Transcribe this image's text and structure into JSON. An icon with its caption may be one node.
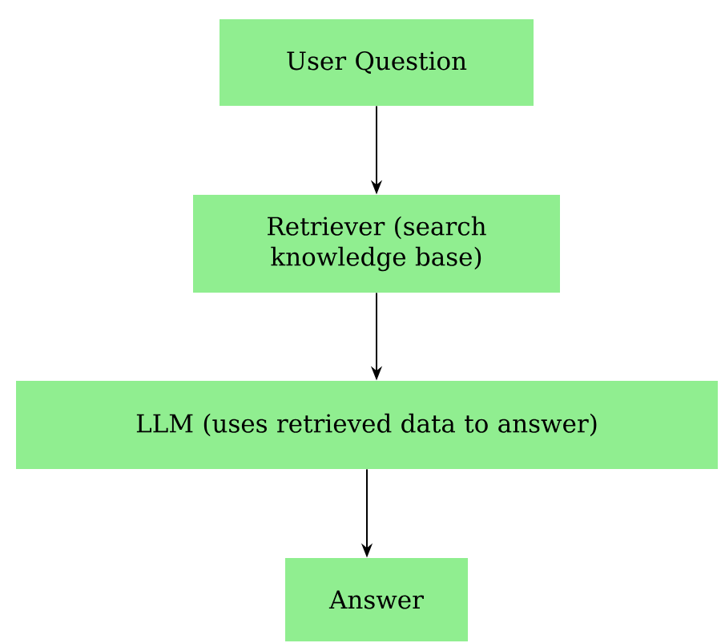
{
  "diagram": {
    "nodes": [
      {
        "text": [
          "User Question"
        ]
      },
      {
        "text": [
          "Retriever (search knowledge base)"
        ]
      },
      {
        "text": [
          "LLM (uses retrieved data to answer)"
        ]
      },
      {
        "text": [
          "Answer"
        ]
      }
    ],
    "edges": [
      {
        "from": 0,
        "to": 1,
        "arrow": "to"
      },
      {
        "from": 1,
        "to": 2,
        "arrow": "to"
      },
      {
        "from": 2,
        "to": 3,
        "arrow": "to"
      }
    ]
  }
}
